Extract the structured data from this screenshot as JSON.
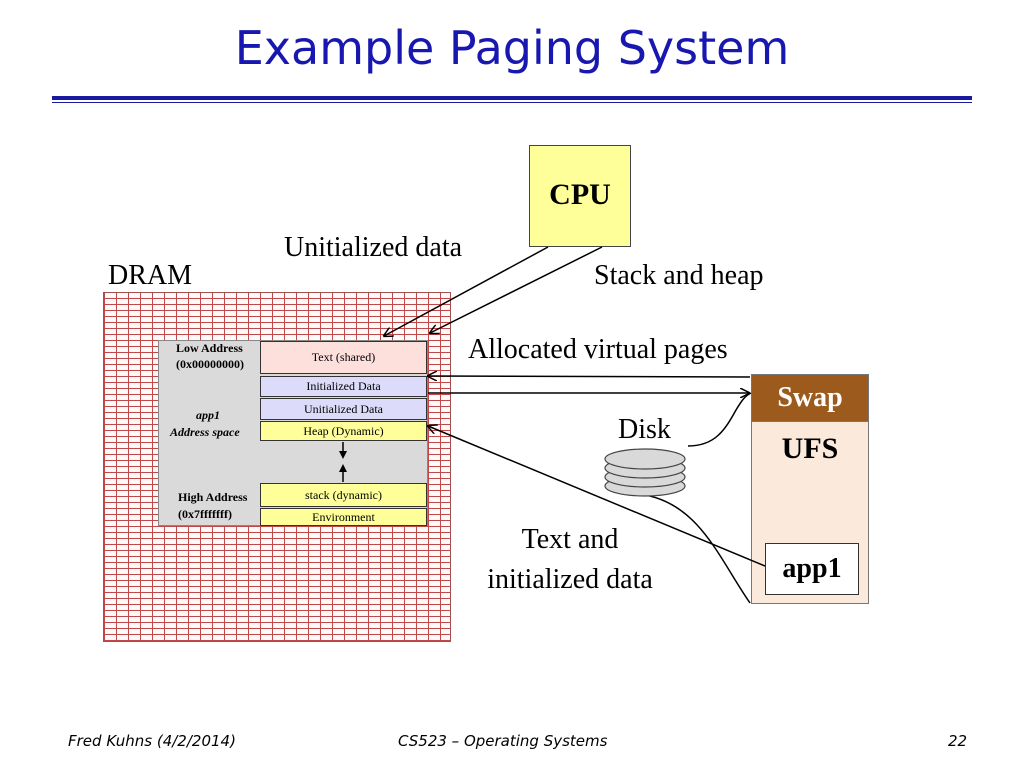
{
  "slide": {
    "title": "Example Paging System"
  },
  "dram": {
    "label": "DRAM"
  },
  "address_space": {
    "low_address_label": "Low Address",
    "low_address_value": "(0x00000000)",
    "name_line1": "app1",
    "name_line2": "Address space",
    "high_address_label": "High Address",
    "high_address_value": "(0x7fffffff)",
    "segments": {
      "text_shared": "Text (shared)",
      "initialized_data": "Initialized Data",
      "unitialized_data": "Unitialized Data",
      "heap": "Heap (Dynamic)",
      "stack": "stack (dynamic)",
      "environment": "Environment"
    },
    "segment_colors": {
      "text_shared": "#fde0dc",
      "initialized_data": "#dcdcfa",
      "unitialized_data": "#dcdcfa",
      "heap": "#ffff99",
      "stack": "#ffff99",
      "environment": "#ffff99"
    }
  },
  "cpu": {
    "label": "CPU",
    "color": "#ffff99"
  },
  "annotations": {
    "unitialized_data": "Unitialized data",
    "stack_and_heap": "Stack and heap",
    "allocated_virtual_pages": "Allocated virtual pages",
    "disk": "Disk",
    "text_and_init_line1": "Text and",
    "text_and_init_line2": "initialized data"
  },
  "storage": {
    "swap_label": "Swap",
    "ufs_label": "UFS",
    "app1_label": "app1",
    "swap_color": "#9c5b1c",
    "ufs_color": "#fbeadb"
  },
  "disk_icon": "disk-stack-icon",
  "footer": {
    "author": "Fred Kuhns (4/2/2014)",
    "course": "CS523 – Operating Systems",
    "page": "22"
  },
  "colors": {
    "title": "#1818b0",
    "rule": "#1a1aa0",
    "dram_brick": "#c04848"
  }
}
